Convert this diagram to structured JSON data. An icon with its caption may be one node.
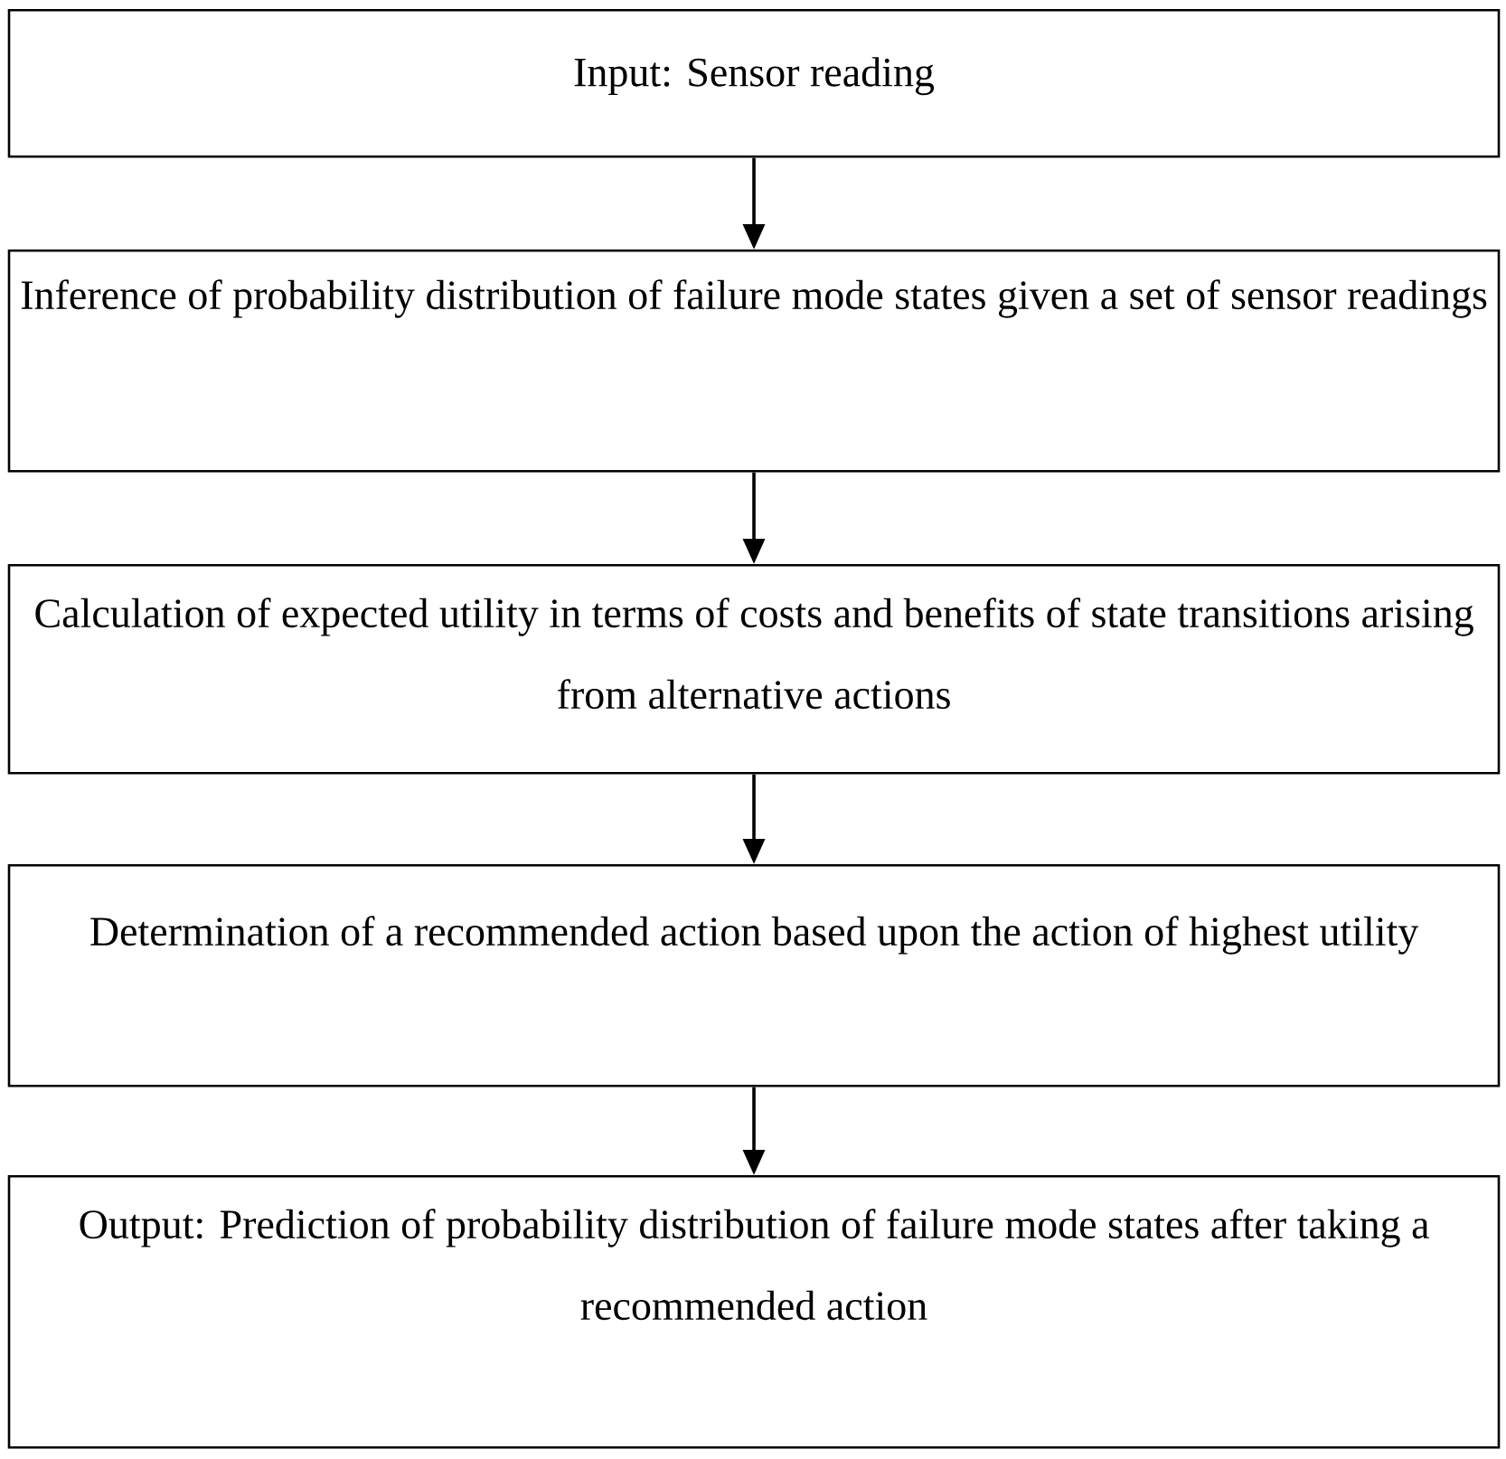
{
  "diagram": {
    "nodes": [
      {
        "text": [
          "Input: Sensor reading"
        ]
      },
      {
        "text": [
          "Inference of probability distribution of failure mode states given a set of sensor readings"
        ]
      },
      {
        "text": [
          "Calculation of expected utility in terms of costs and benefits of state transitions arising from alternative actions"
        ]
      },
      {
        "text": [
          "Determination of a recommended action based upon the action of highest utility"
        ]
      },
      {
        "text": [
          "Output: Prediction of probability distribution of failure mode states after taking a recommended action"
        ]
      }
    ],
    "edges": [
      {
        "from": 0,
        "to": 1,
        "arrow": "to"
      },
      {
        "from": 1,
        "to": 2,
        "arrow": "to"
      },
      {
        "from": 2,
        "to": 3,
        "arrow": "to"
      },
      {
        "from": 3,
        "to": 4,
        "arrow": "to"
      }
    ]
  }
}
